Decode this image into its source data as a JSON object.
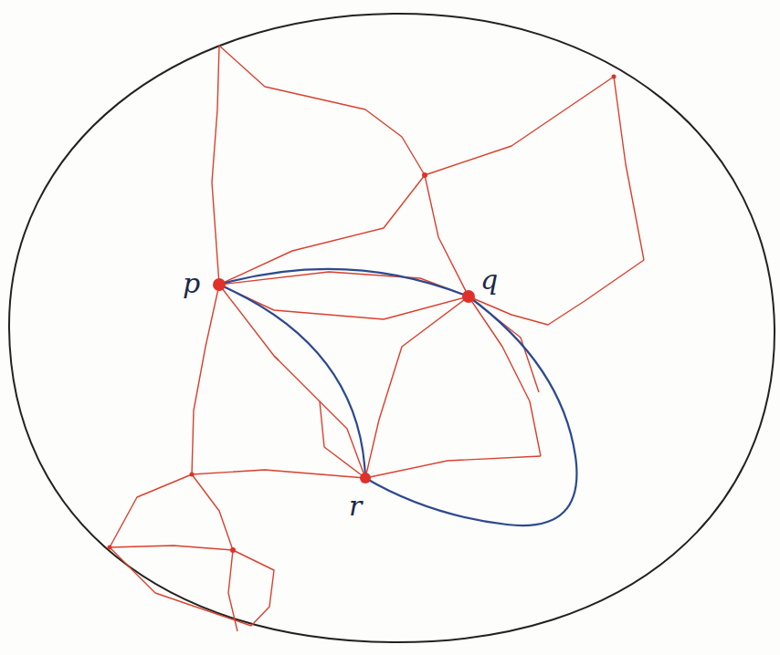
{
  "diagram": {
    "labels": [
      "p",
      "q",
      "r"
    ]
  }
}
